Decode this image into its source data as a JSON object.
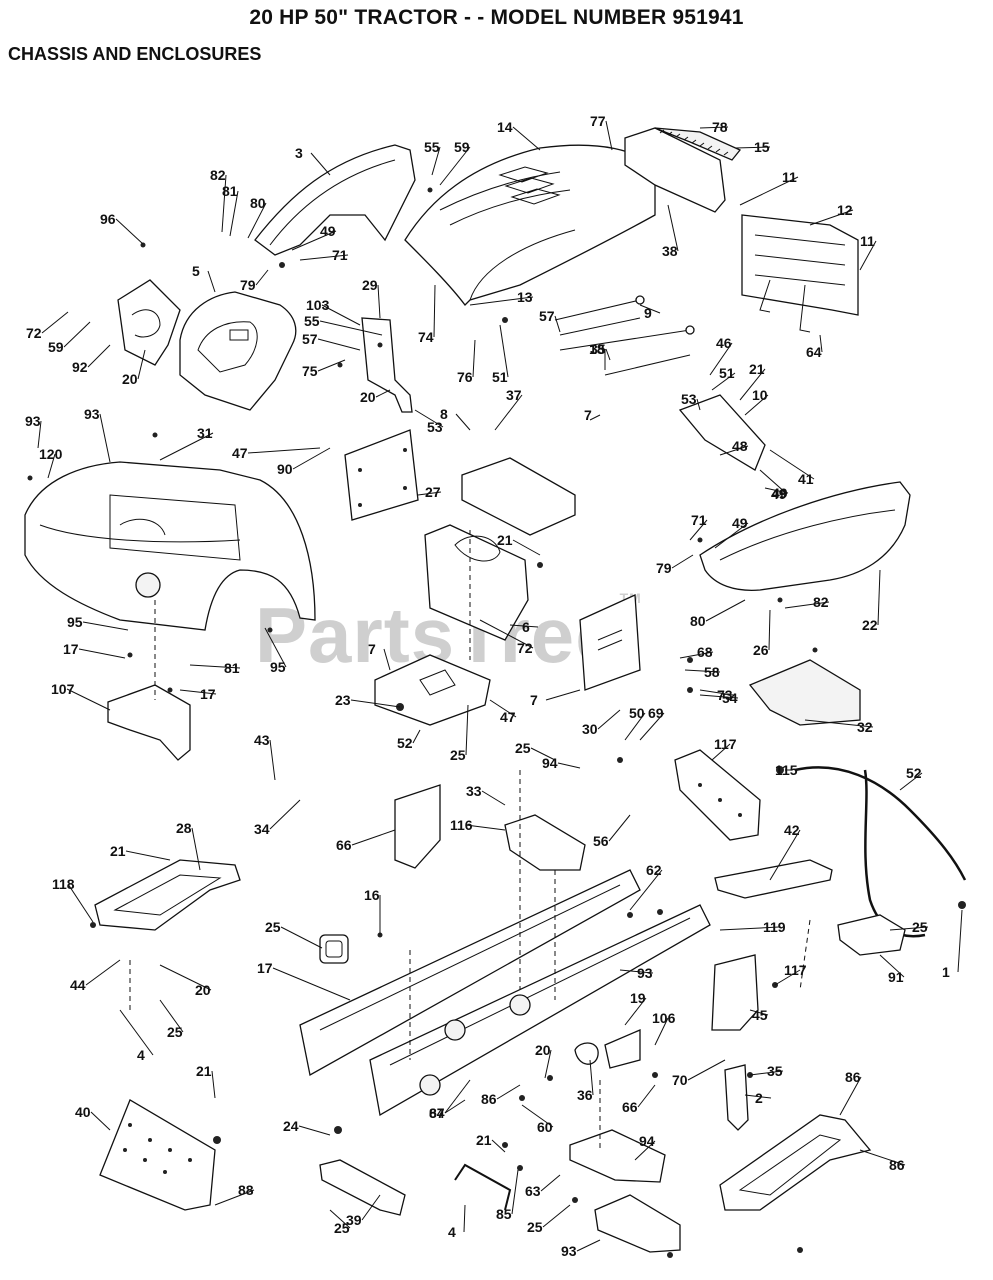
{
  "header": {
    "title": "20 HP 50\" TRACTOR - - MODEL NUMBER 951941",
    "subtitle": "CHASSIS AND ENCLOSURES"
  },
  "watermark": {
    "text": "PartsTree",
    "mark": "TM"
  },
  "callouts": [
    "78",
    "77",
    "14",
    "15",
    "3",
    "55",
    "59",
    "11",
    "82",
    "81",
    "80",
    "12",
    "96",
    "49",
    "71",
    "38",
    "11",
    "79",
    "13",
    "5",
    "29",
    "74",
    "9",
    "103",
    "57",
    "55",
    "72",
    "35",
    "59",
    "57",
    "18",
    "64",
    "92",
    "20",
    "75",
    "76",
    "51",
    "46",
    "51",
    "21",
    "20",
    "53",
    "53",
    "10",
    "7",
    "37",
    "93",
    "93",
    "31",
    "8",
    "49",
    "41",
    "120",
    "47",
    "90",
    "48",
    "49",
    "27",
    "21",
    "71",
    "49",
    "79",
    "6",
    "72",
    "22",
    "80",
    "82",
    "95",
    "81",
    "26",
    "95",
    "17",
    "7",
    "68",
    "17",
    "58",
    "107",
    "73",
    "54",
    "23",
    "7",
    "47",
    "30",
    "52",
    "25",
    "69",
    "32",
    "25",
    "50",
    "117",
    "115",
    "52",
    "33",
    "94",
    "56",
    "43",
    "34",
    "66",
    "116",
    "28",
    "42",
    "21",
    "62",
    "118",
    "16",
    "25",
    "25",
    "119",
    "117",
    "91",
    "1",
    "17",
    "93",
    "44",
    "20",
    "45",
    "25",
    "19",
    "106",
    "4",
    "20",
    "21",
    "70",
    "35",
    "36",
    "86",
    "60",
    "84",
    "66",
    "2",
    "86",
    "40",
    "88",
    "94",
    "24",
    "63",
    "86",
    "21",
    "67",
    "85",
    "4",
    "25",
    "39",
    "25",
    "93"
  ]
}
